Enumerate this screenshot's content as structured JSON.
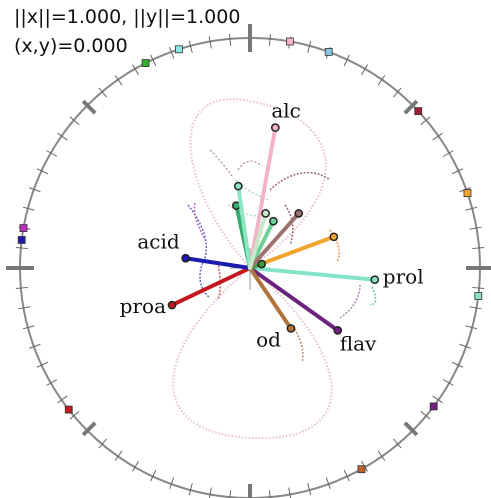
{
  "readouts": {
    "norms": "||x||=1.000,  ||y||=1.000",
    "point": "(x,y)=0.000"
  },
  "chart_data": {
    "type": "biplot-grand-tour",
    "variables": [
      {
        "label": "alc",
        "x": 0.13,
        "y": 0.72,
        "color": "#f2b2c8",
        "show_label": true
      },
      {
        "label": "prol",
        "x": 0.64,
        "y": -0.06,
        "color": "#85e3c9",
        "show_label": true
      },
      {
        "label": "flav",
        "x": 0.45,
        "y": -0.32,
        "color": "#6b237e",
        "show_label": true
      },
      {
        "label": "od",
        "x": 0.21,
        "y": -0.31,
        "color": "#b2733d",
        "show_label": true
      },
      {
        "label": "proa",
        "x": -0.4,
        "y": -0.19,
        "color": "#c4181f",
        "show_label": true
      },
      {
        "label": "acid",
        "x": -0.33,
        "y": 0.05,
        "color": "#1b1bb0",
        "show_label": true
      },
      {
        "label": "",
        "x": 0.43,
        "y": 0.16,
        "color": "#f0a42d",
        "show_label": false
      },
      {
        "label": "",
        "x": 0.06,
        "y": 0.02,
        "color": "#3b9e35",
        "show_label": false
      },
      {
        "label": "",
        "x": -0.07,
        "y": 0.32,
        "color": "#39a96e",
        "show_label": false
      },
      {
        "label": "",
        "x": -0.06,
        "y": 0.42,
        "color": "#8ee6c3",
        "show_label": false
      },
      {
        "label": "",
        "x": 0.12,
        "y": 0.24,
        "color": "#6fcf97",
        "show_label": false
      },
      {
        "label": "",
        "x": 0.25,
        "y": 0.28,
        "color": "#a07373",
        "show_label": false
      },
      {
        "label": "",
        "x": 0.08,
        "y": 0.28,
        "color": "#c8e8c8",
        "show_label": false
      }
    ],
    "dial_markers": [
      {
        "angle_deg": 117,
        "color": "#30b030"
      },
      {
        "angle_deg": 108,
        "color": "#8ee6e6"
      },
      {
        "angle_deg": 80,
        "color": "#f2b2c8"
      },
      {
        "angle_deg": 70,
        "color": "#85c6e3"
      },
      {
        "angle_deg": 43,
        "color": "#a01f3a"
      },
      {
        "angle_deg": 19,
        "color": "#f0a42d"
      },
      {
        "angle_deg": -7,
        "color": "#85e3c9"
      },
      {
        "angle_deg": -37,
        "color": "#6b237e"
      },
      {
        "angle_deg": -61,
        "color": "#c06030"
      },
      {
        "angle_deg": 173,
        "color": "#1b1bb0"
      },
      {
        "angle_deg": 170,
        "color": "#c030c0"
      },
      {
        "angle_deg": -142,
        "color": "#c4181f"
      }
    ],
    "axis_dial": {
      "major_ticks": 8,
      "minor_ticks": 72
    },
    "grid": false,
    "legend": "none"
  }
}
